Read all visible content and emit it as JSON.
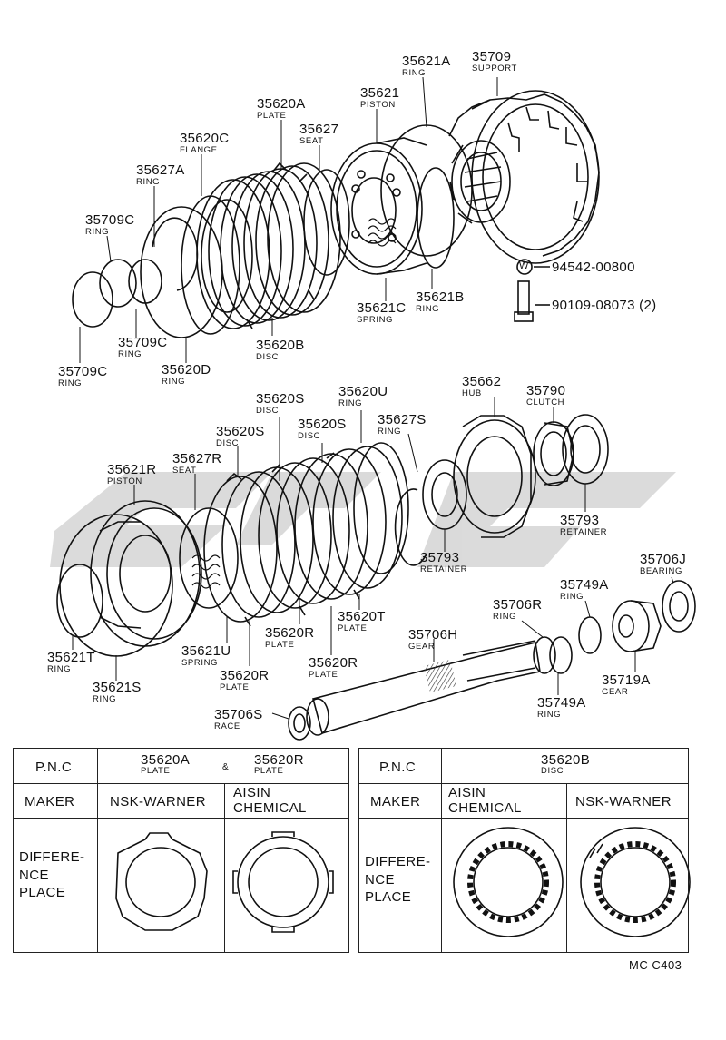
{
  "diagram": {
    "labels": [
      {
        "id": "35709",
        "number": "35709",
        "name": "SUPPORT"
      },
      {
        "id": "35621A",
        "number": "35621A",
        "name": "RING"
      },
      {
        "id": "35621",
        "number": "35621",
        "name": "PISTON"
      },
      {
        "id": "35620A",
        "number": "35620A",
        "name": "PLATE"
      },
      {
        "id": "35627",
        "number": "35627",
        "name": "SEAT"
      },
      {
        "id": "35620C",
        "number": "35620C",
        "name": "FLANGE"
      },
      {
        "id": "35627A",
        "number": "35627A",
        "name": "RING"
      },
      {
        "id": "35709C-a",
        "number": "35709C",
        "name": "RING"
      },
      {
        "id": "94542",
        "number": "94542-00800",
        "name": ""
      },
      {
        "id": "90109",
        "number": "90109-08073 (2)",
        "name": ""
      },
      {
        "id": "35621C",
        "number": "35621C",
        "name": "SPRING"
      },
      {
        "id": "35621B",
        "number": "35621B",
        "name": "RING"
      },
      {
        "id": "35620B",
        "number": "35620B",
        "name": "DISC"
      },
      {
        "id": "35709C-b",
        "number": "35709C",
        "name": "RING"
      },
      {
        "id": "35620D",
        "number": "35620D",
        "name": "RING"
      },
      {
        "id": "35709C-c",
        "number": "35709C",
        "name": "RING"
      },
      {
        "id": "35620S-a",
        "number": "35620S",
        "name": "DISC"
      },
      {
        "id": "35620U",
        "number": "35620U",
        "name": "RING"
      },
      {
        "id": "35662",
        "number": "35662",
        "name": "HUB"
      },
      {
        "id": "35790",
        "number": "35790",
        "name": "CLUTCH"
      },
      {
        "id": "35620S-b",
        "number": "35620S",
        "name": "DISC"
      },
      {
        "id": "35620S-c",
        "number": "35620S",
        "name": "DISC"
      },
      {
        "id": "35627S",
        "number": "35627S",
        "name": "RING"
      },
      {
        "id": "35627R",
        "number": "35627R",
        "name": "SEAT"
      },
      {
        "id": "35621R",
        "number": "35621R",
        "name": "PISTON"
      },
      {
        "id": "35793-a",
        "number": "35793",
        "name": "RETAINER"
      },
      {
        "id": "35793-b",
        "number": "35793",
        "name": "RETAINER"
      },
      {
        "id": "35706J",
        "number": "35706J",
        "name": "BEARING"
      },
      {
        "id": "35749A-a",
        "number": "35749A",
        "name": "RING"
      },
      {
        "id": "35706R",
        "number": "35706R",
        "name": "RING"
      },
      {
        "id": "35620T",
        "number": "35620T",
        "name": "PLATE"
      },
      {
        "id": "35706H",
        "number": "35706H",
        "name": "GEAR"
      },
      {
        "id": "35620R-a",
        "number": "35620R",
        "name": "PLATE"
      },
      {
        "id": "35621U",
        "number": "35621U",
        "name": "SPRING"
      },
      {
        "id": "35620R-b",
        "number": "35620R",
        "name": "PLATE"
      },
      {
        "id": "35620R-c",
        "number": "35620R",
        "name": "PLATE"
      },
      {
        "id": "35621T",
        "number": "35621T",
        "name": "RING"
      },
      {
        "id": "35621S",
        "number": "35621S",
        "name": "RING"
      },
      {
        "id": "35719A",
        "number": "35719A",
        "name": "GEAR"
      },
      {
        "id": "35749A-b",
        "number": "35749A",
        "name": "RING"
      },
      {
        "id": "35706S",
        "number": "35706S",
        "name": "RACE"
      }
    ],
    "washer_symbol": "W",
    "figure_code": "MC C403"
  },
  "table_left": {
    "pnc_label": "P.N.C",
    "part1_number": "35620A",
    "part1_name": "PLATE",
    "amp": "&",
    "part2_number": "35620R",
    "part2_name": "PLATE",
    "maker_label": "MAKER",
    "maker1": "NSK-WARNER",
    "maker2_line1": "AISIN",
    "maker2_line2": "CHEMICAL",
    "diff_line1": "DIFFERE-",
    "diff_line2": "NCE",
    "diff_line3": "PLACE"
  },
  "table_right": {
    "pnc_label": "P.N.C",
    "part_number": "35620B",
    "part_name": "DISC",
    "maker_label": "MAKER",
    "maker1_line1": "AISIN",
    "maker1_line2": "CHEMICAL",
    "maker2": "NSK-WARNER",
    "diff_line1": "DIFFERE-",
    "diff_line2": "NCE",
    "diff_line3": "PLACE"
  }
}
